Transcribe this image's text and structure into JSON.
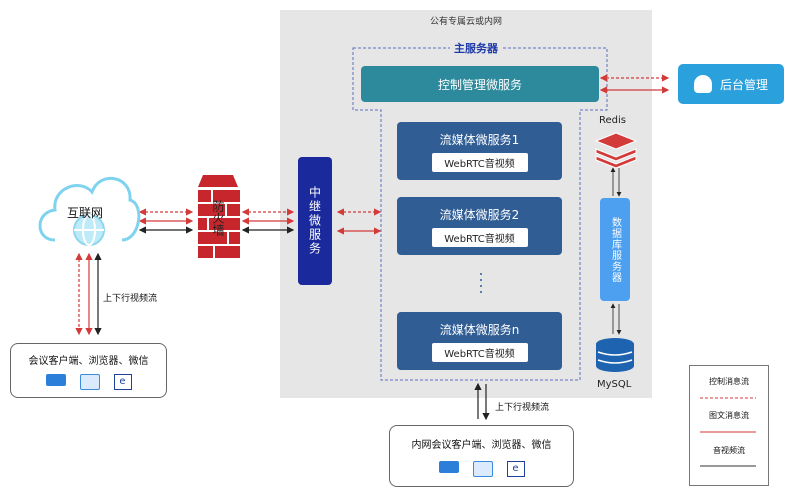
{
  "cloud_area": {
    "title": "公有专属云或内网"
  },
  "main_server": {
    "title": "主服务器",
    "control_service": "控制管理微服务"
  },
  "media_services": [
    {
      "name": "流媒体微服务1",
      "tag": "WebRTC音视频"
    },
    {
      "name": "流媒体微服务2",
      "tag": "WebRTC音视频"
    },
    {
      "name": "流媒体微服务n",
      "tag": "WebRTC音视频"
    }
  ],
  "relay": "中继微服务",
  "firewall": "防火墙",
  "internet": "互联网",
  "internet_stream_label": "上下行视频流",
  "client_box": {
    "title": "会议客户端、浏览器、微信"
  },
  "intranet_client_box": {
    "title": "内网会议客户端、浏览器、微信"
  },
  "intranet_stream_label": "上下行视频流",
  "backend": "后台管理",
  "redis": "Redis",
  "db_server": "数据库服务器",
  "mysql": "MySQL",
  "legend": [
    {
      "label": "控制消息流",
      "style": "dashed",
      "color": "#d33a3a"
    },
    {
      "label": "图文消息流",
      "style": "solid",
      "color": "#d33a3a"
    },
    {
      "label": "音视频流",
      "style": "solid",
      "color": "#333333"
    }
  ],
  "colors": {
    "control": "#2c8a9c",
    "media": "#2f5d94",
    "relay": "#1a2a9c",
    "backend": "#2aa0dc",
    "db": "#4da0f0",
    "firewall": "#c8262d"
  }
}
